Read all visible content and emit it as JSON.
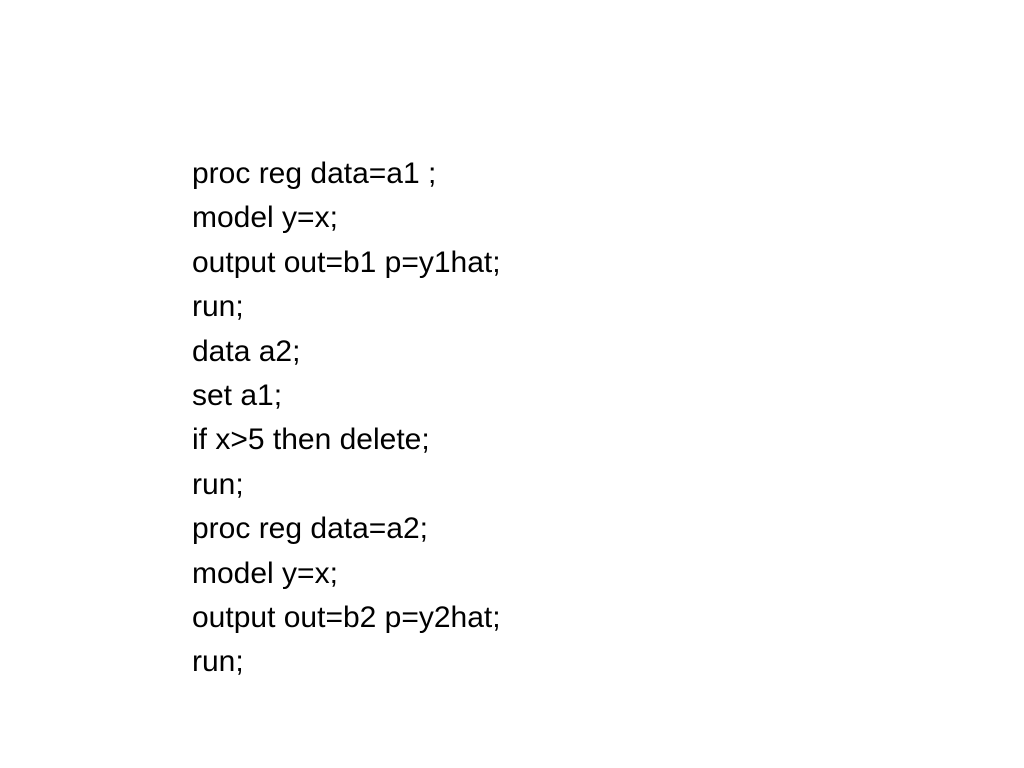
{
  "slide": {
    "code_lines": [
      "proc reg data=a1 ;",
      "model y=x;",
      "output out=b1 p=y1hat;",
      "run;",
      "data a2;",
      "set a1;",
      "if x>5 then delete;",
      "run;",
      "proc reg data=a2;",
      "model y=x;",
      "output out=b2 p=y2hat;",
      "run;"
    ]
  }
}
